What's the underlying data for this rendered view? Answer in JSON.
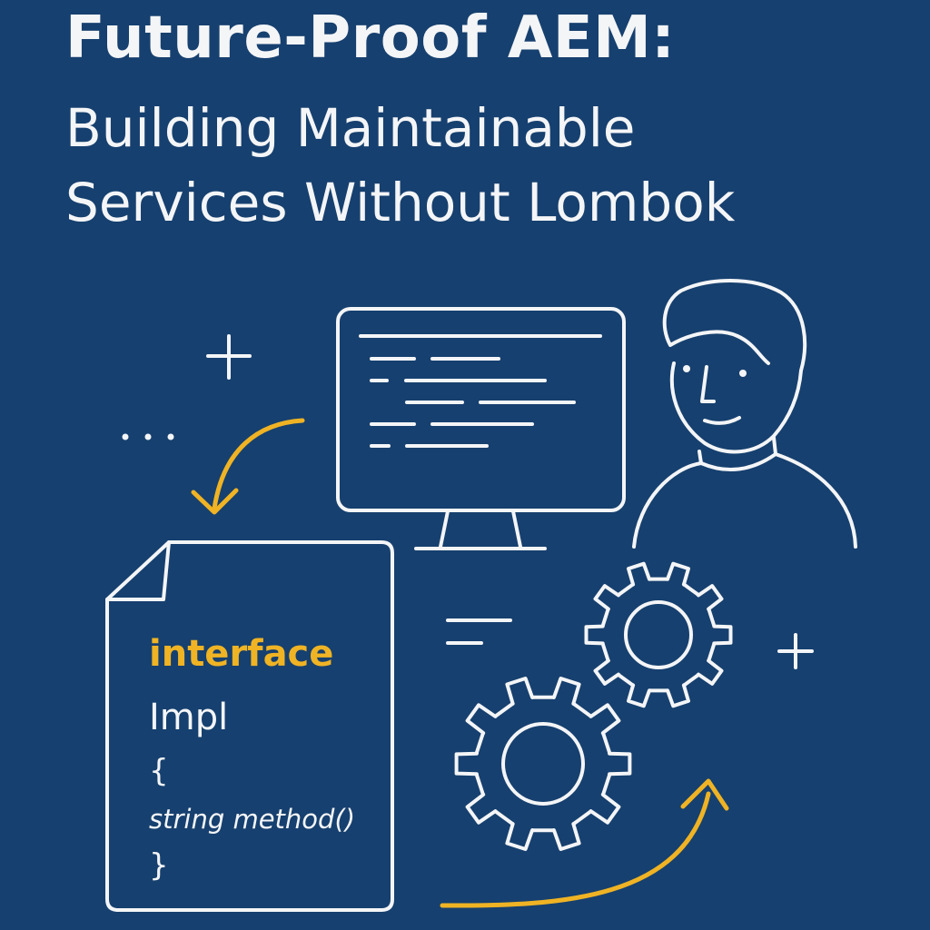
{
  "title": {
    "line1": "Future-Proof AEM:",
    "line2": "Building Maintainable",
    "line3": "Services Without Lombok"
  },
  "code_document": {
    "keyword": "interface",
    "class_name": "Impl",
    "open_brace": "{",
    "method": "string method()",
    "close_brace": "}"
  },
  "decorations": {
    "dots": "...",
    "icons": [
      "monitor-icon",
      "person-icon",
      "document-icon",
      "gear-icon",
      "plus-icon",
      "arrow-icon"
    ]
  },
  "colors": {
    "background": "#16406f",
    "foreground": "#f4f5f7",
    "accent": "#efb324"
  }
}
